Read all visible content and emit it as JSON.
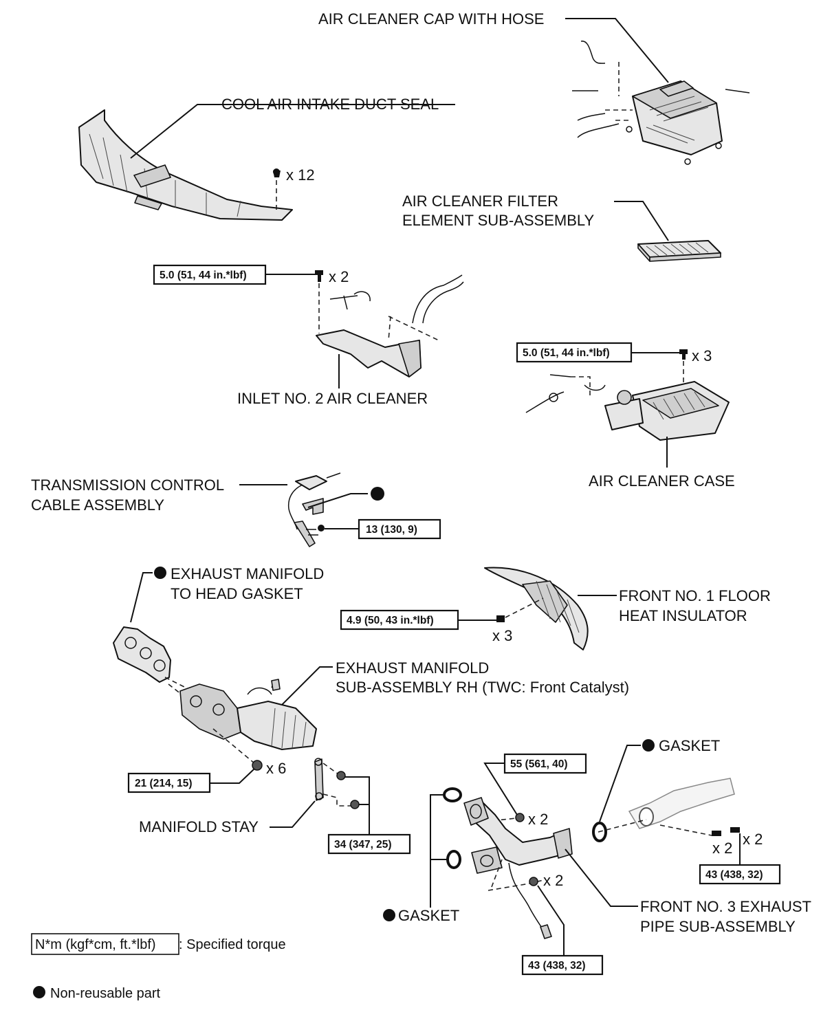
{
  "labels": {
    "air_cleaner_cap": "AIR CLEANER CAP WITH HOSE",
    "cool_air_duct_seal": "COOL AIR INTAKE DUCT SEAL",
    "filter_element_l1": "AIR CLEANER FILTER",
    "filter_element_l2": "ELEMENT SUB-ASSEMBLY",
    "inlet_no2": "INLET NO. 2 AIR CLEANER",
    "air_cleaner_case": "AIR CLEANER CASE",
    "trans_cable_l1": "TRANSMISSION CONTROL",
    "trans_cable_l2": "CABLE ASSEMBLY",
    "manifold_gasket_l1": "EXHAUST MANIFOLD",
    "manifold_gasket_l2": "TO HEAD GASKET",
    "floor_insulator_l1": "FRONT NO. 1 FLOOR",
    "floor_insulator_l2": "HEAT INSULATOR",
    "manifold_rh_l1": "EXHAUST MANIFOLD",
    "manifold_rh_l2": "SUB-ASSEMBLY RH (TWC: Front Catalyst)",
    "gasket_right": "GASKET",
    "manifold_stay": "MANIFOLD STAY",
    "gasket_left": "GASKET",
    "front_pipe_l1": "FRONT NO. 3 EXHAUST",
    "front_pipe_l2": "PIPE SUB-ASSEMBLY"
  },
  "quantities": {
    "seal_clips": "x 12",
    "inlet_bolts": "x 2",
    "case_bolts": "x 3",
    "insulator_bolts": "x 3",
    "manifold_nuts": "x 6",
    "pipe_nuts_upper": "x 2",
    "pipe_bolts_right_a": "x 2",
    "pipe_bolts_right_b": "x 2",
    "pipe_bolts_lower": "x 2"
  },
  "torques": {
    "inlet": "5.0 (51, 44 in.*lbf)",
    "case": "5.0 (51, 44 in.*lbf)",
    "cable": "13 (130, 9)",
    "insulator": "4.9 (50, 43 in.*lbf)",
    "manifold": "21 (214, 15)",
    "pipe_upper": "55 (561, 40)",
    "stay": "34 (347, 25)",
    "pipe_right": "43 (438, 32)",
    "pipe_lower": "43 (438, 32)"
  },
  "legend": {
    "torque_units": "N*m (kgf*cm, ft.*lbf)",
    "torque_desc": ": Specified torque",
    "nonreusable": "Non-reusable part"
  }
}
